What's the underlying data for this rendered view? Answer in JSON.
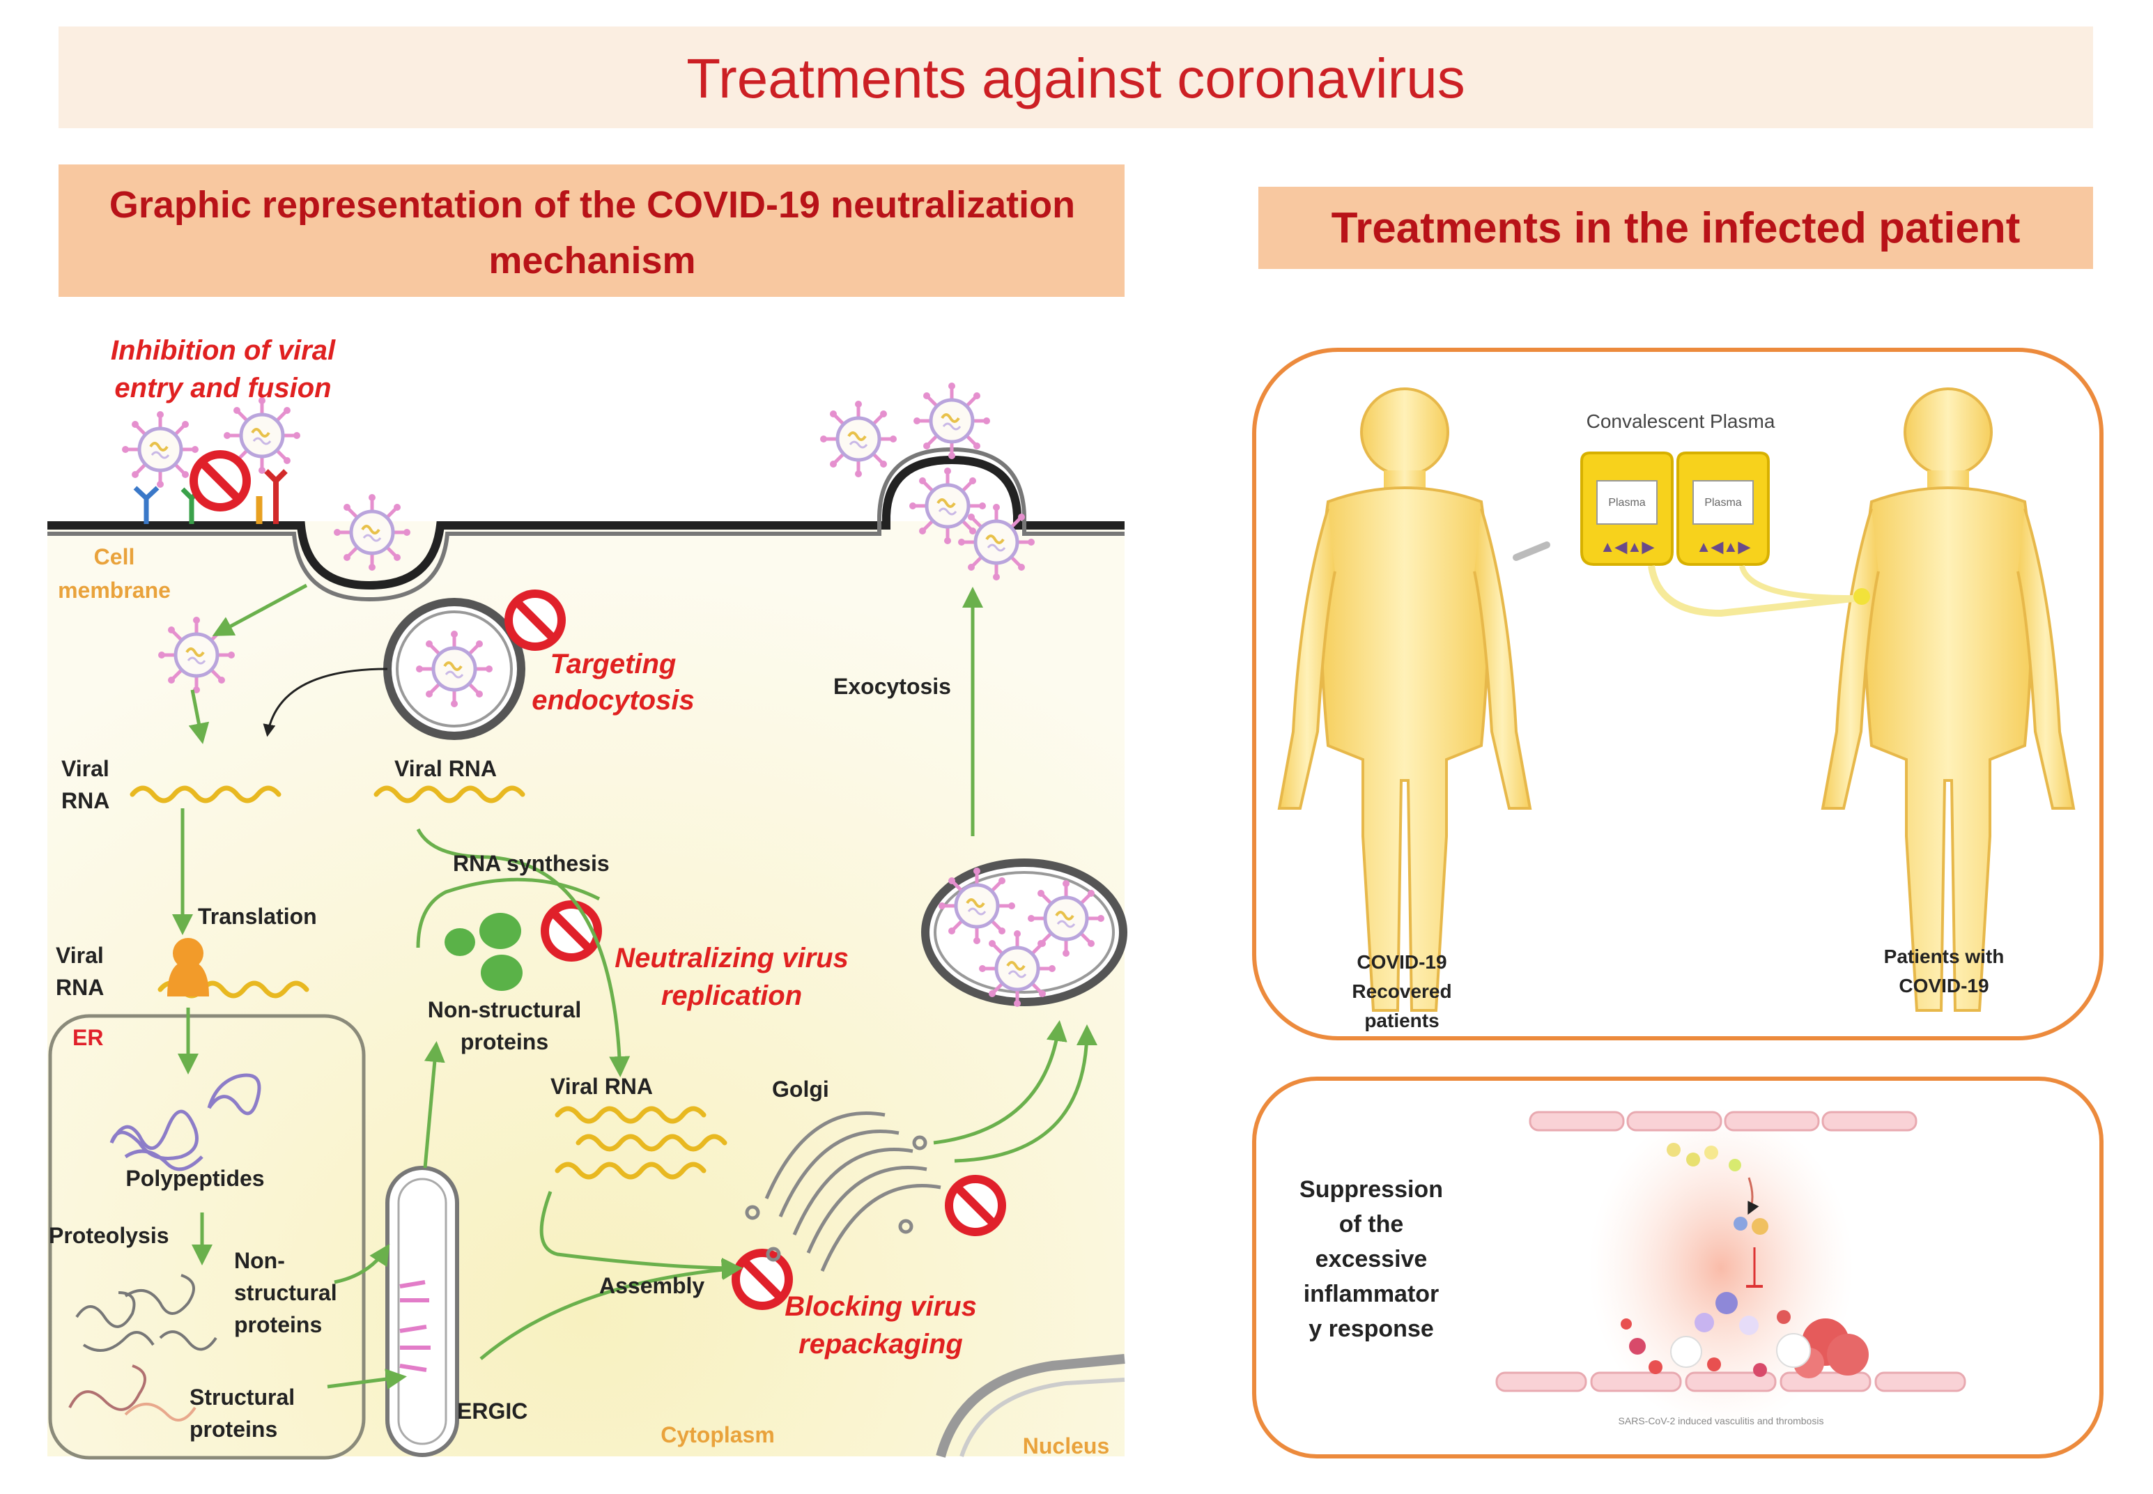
{
  "title": "Treatments against  coronavirus",
  "left_panel": {
    "header_line1": "Graphic representation of the COVID-19 neutralization",
    "header_line2": "mechanism",
    "labels": {
      "inhibition_1": "Inhibition of viral",
      "inhibition_2": "entry and fusion",
      "cell": "Cell",
      "membrane": "membrane",
      "targeting_1": "Targeting",
      "targeting_2": "endocytosis",
      "exocytosis": "Exocytosis",
      "viral_rna_a1": "Viral",
      "viral_rna_a2": "RNA",
      "viral_rna_b": "Viral RNA",
      "rna_synthesis": "RNA synthesis",
      "translation": "Translation",
      "viral_rna_c1": "Viral",
      "viral_rna_c2": "RNA",
      "er": "ER",
      "nonstructural_1": "Non-structural",
      "nonstructural_2": "proteins",
      "neutralizing_1": "Neutralizing virus",
      "neutralizing_2": "replication",
      "viral_rna_d": "Viral RNA",
      "golgi": "Golgi",
      "polypeptides": "Polypeptides",
      "proteolysis": "Proteolysis",
      "non_1": "Non-",
      "non_2": "structural",
      "non_3": "proteins",
      "assembly": "Assembly",
      "blocking_1": "Blocking virus",
      "blocking_2": "repackaging",
      "structural_1": "Structural",
      "structural_2": "proteins",
      "ergic": "ERGIC",
      "cytoplasm": "Cytoplasm",
      "nucleus": "Nucleus"
    }
  },
  "right_panel": {
    "header": "Treatments in the infected patient",
    "plasma_title": "Convalescent Plasma",
    "bag_label": "Plasma",
    "donor_1": "COVID-19",
    "donor_2": "Recovered",
    "donor_3": "patients",
    "recipient_1": "Patients with",
    "recipient_2": "COVID-19",
    "suppression_1": "Suppression",
    "suppression_2": "of the",
    "suppression_3": "excessive",
    "suppression_4": "inflammator",
    "suppression_5": "y response",
    "vessel_caption": "SARS-CoV-2 induced vasculitis and thrombosis"
  },
  "colors": {
    "banner_bg": "#fbeee1",
    "banner_text": "#cc1f24",
    "header_bg": "#f8c8a0",
    "header_text": "#b81218",
    "arrow_green": "#6ab04c",
    "cell_bg": "#fdf8dc",
    "label_orange": "#e9a23b",
    "red_label": "#e02020",
    "body_fill": "#fbe39a",
    "frame_orange": "#ec8a3c"
  }
}
